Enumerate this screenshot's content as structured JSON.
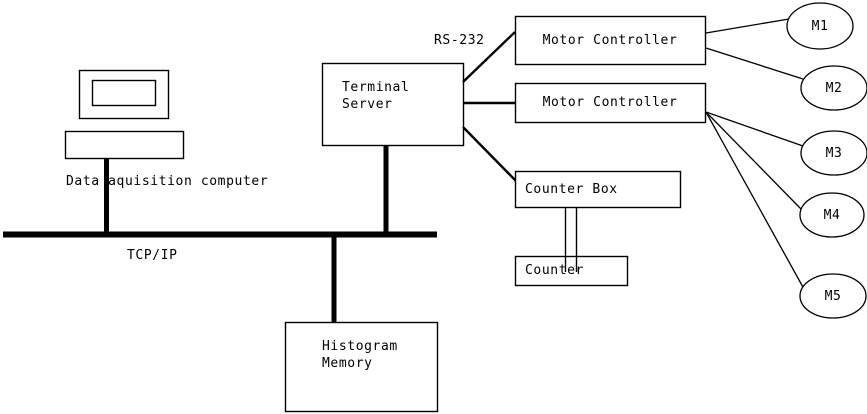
{
  "diagram": {
    "title": "Data acquisition system block diagram",
    "stroke_color": "#000000",
    "fill_color": "#ffffff",
    "bus_color": "#000000"
  },
  "nodes": {
    "computer": {
      "monitor_label": "",
      "keyboard_label": "",
      "caption": "Data aquisition computer"
    },
    "terminal_server": {
      "line1": "Terminal",
      "line2": "Server"
    },
    "motor_controller_1": {
      "label": "Motor Controller"
    },
    "motor_controller_2": {
      "label": "Motor Controller"
    },
    "counter_box": {
      "label": "Counter Box"
    },
    "counter": {
      "label": "Counter"
    },
    "histogram_memory": {
      "line1": "Histogram",
      "line2": "Memory"
    },
    "motors": [
      {
        "id": "m1",
        "label": "M1"
      },
      {
        "id": "m2",
        "label": "M2"
      },
      {
        "id": "m3",
        "label": "M3"
      },
      {
        "id": "m4",
        "label": "M4"
      },
      {
        "id": "m5",
        "label": "M5"
      }
    ]
  },
  "links": {
    "bus_label": "TCP/IP",
    "serial_label": "RS-232"
  }
}
